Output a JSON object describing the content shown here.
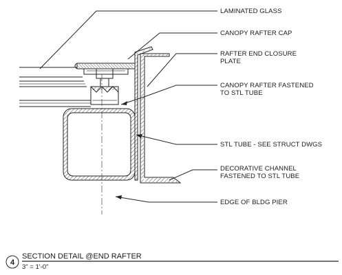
{
  "callouts": {
    "laminated_glass": "LAMINATED GLASS",
    "canopy_rafter_cap": "CANOPY RAFTER CAP",
    "closure_plate_line1": "RAFTER END CLOSURE",
    "closure_plate_line2": "PLATE",
    "rafter_fastened_line1": "CANOPY RAFTER FASTENED",
    "rafter_fastened_line2": "TO STL TUBE",
    "stl_tube": "STL TUBE - SEE STRUCT DWGS",
    "decorative_channel_line1": "DECORATIVE CHANNEL",
    "decorative_channel_line2": "FASTENED TO STL TUBE",
    "edge_of_pier": "EDGE OF BLDG PIER"
  },
  "detail": {
    "number": "4",
    "title": "SECTION DETAIL @END RAFTER",
    "scale": "3\" = 1'-0\""
  },
  "colors": {
    "ink": "#1a1a1a",
    "background": "#ffffff"
  }
}
